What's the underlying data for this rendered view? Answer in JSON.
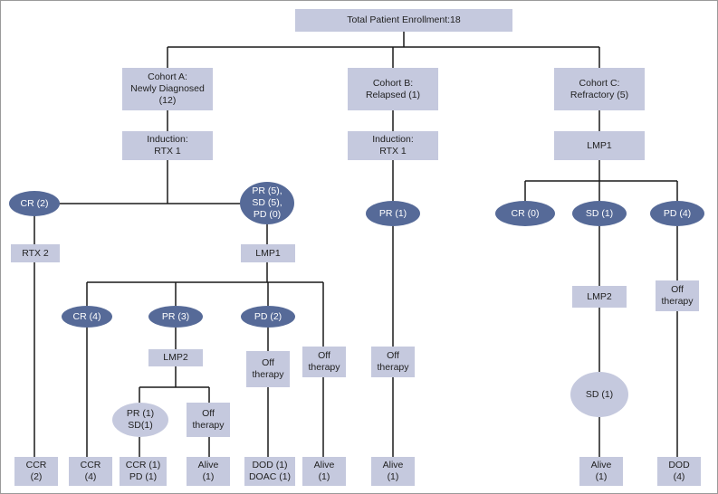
{
  "root": "Total Patient Enrollment:18",
  "cohort_a": {
    "title": "Cohort A:\nNewly Diagnosed\n(12)",
    "induction": "Induction:\nRTX 1",
    "cr": "CR (2)",
    "prsdpd": "PR (5),\nSD (5),\nPD (0)",
    "rtx2": "RTX 2",
    "lmp1": "LMP1",
    "ccr2": "CCR\n(2)",
    "cr4": "CR (4)",
    "pr3": "PR (3)",
    "pd2": "PD (2)",
    "lmp2": "LMP2",
    "prsd": "PR (1)\nSD(1)",
    "off1": "Off\ntherapy",
    "off2": "Off\ntherapy",
    "off3": "Off\ntherapy",
    "ccr4": "CCR\n(4)",
    "ccrpd": "CCR (1)\nPD (1)",
    "alive1": "Alive\n(1)",
    "dod": "DOD (1)\nDOAC (1)",
    "alive2": "Alive\n(1)"
  },
  "cohort_b": {
    "title": "Cohort B:\nRelapsed (1)",
    "induction": "Induction:\nRTX 1",
    "pr": "PR (1)",
    "off": "Off\ntherapy",
    "alive": "Alive\n(1)"
  },
  "cohort_c": {
    "title": "Cohort C:\nRefractory (5)",
    "lmp1": "LMP1",
    "cr": "CR (0)",
    "sd": "SD (1)",
    "pd": "PD (4)",
    "lmp2": "LMP2",
    "off": "Off\ntherapy",
    "sd2": "SD (1)",
    "alive": "Alive\n(1)",
    "dod": "DOD\n(4)"
  },
  "colors": {
    "box": "#c5c9de",
    "oval_dark": "#566a98",
    "line": "#1a1a1a",
    "frame": "#9a9a9a"
  }
}
